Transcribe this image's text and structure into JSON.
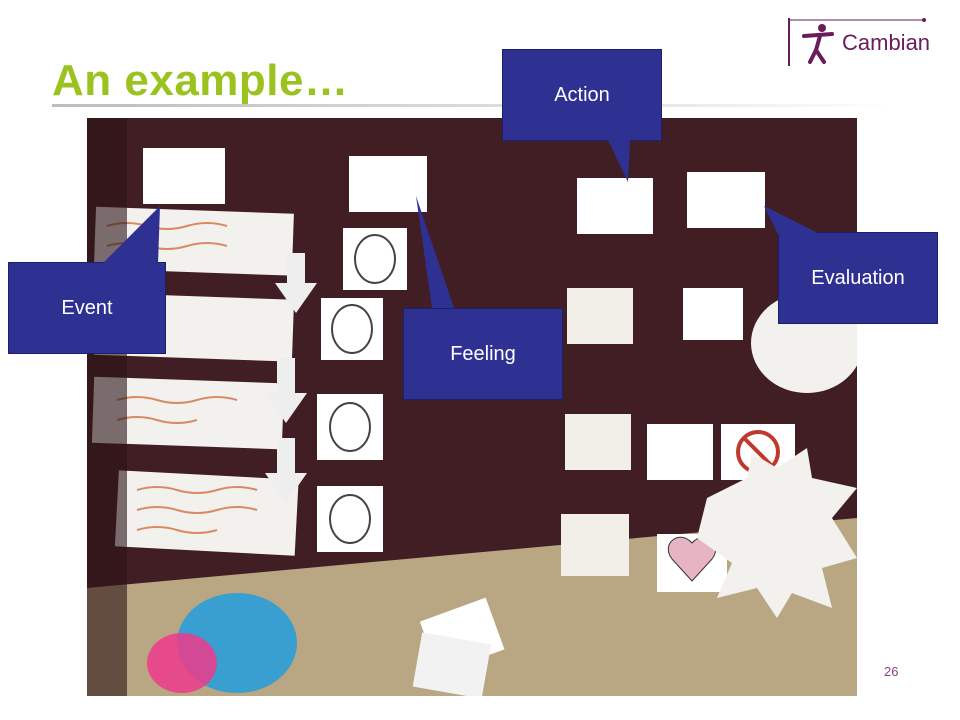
{
  "slide": {
    "title": "An example…",
    "page_number": "26"
  },
  "logo": {
    "text": "Cambian",
    "icon": "cambian-figure-icon",
    "color": "#6a1b5a"
  },
  "callouts": {
    "action": "Action",
    "event": "Event",
    "feeling": "Feeling",
    "evaluation": "Evaluation"
  },
  "colors": {
    "title": "#9bc31f",
    "callout_fill": "#2e3192",
    "board": "#3a1a1e",
    "accent": "#8e3d8a"
  }
}
